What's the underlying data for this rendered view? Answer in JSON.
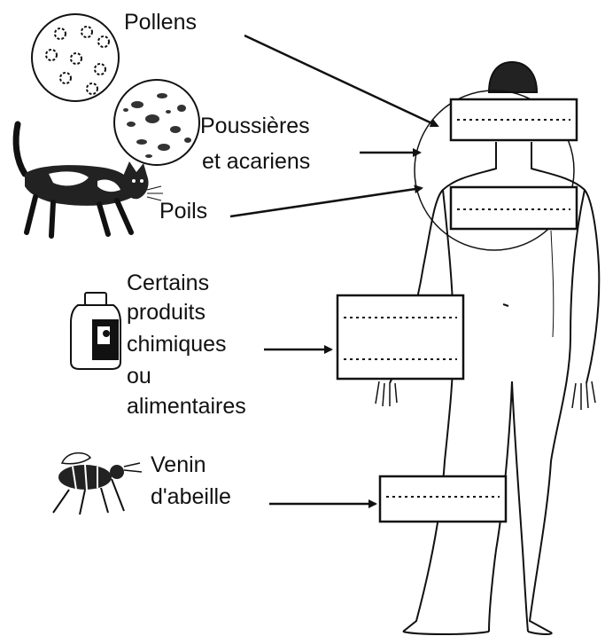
{
  "labels": {
    "pollens": "Pollens",
    "dust_line1": "Poussières",
    "dust_line2": "et acariens",
    "hairs": "Poils",
    "chem_line1": "Certains",
    "chem_line2": "produits",
    "chem_line3": "chimiques",
    "chem_line4": "ou",
    "chem_line5": "alimentaires",
    "venom_line1": "Venin",
    "venom_line2": "d'abeille"
  },
  "answer_boxes": [
    {
      "id": "eyes",
      "lines": 1
    },
    {
      "id": "lungs",
      "lines": 1
    },
    {
      "id": "digestive",
      "lines": 2
    },
    {
      "id": "skin",
      "lines": 1
    }
  ],
  "icons": [
    "pollen-icon",
    "dust-mites-icon",
    "cat-icon",
    "chemical-bottle-icon",
    "bee-icon",
    "human-body-icon"
  ],
  "colors": {
    "ink": "#111111",
    "paper": "#ffffff",
    "box_fill": "#ffffff"
  }
}
